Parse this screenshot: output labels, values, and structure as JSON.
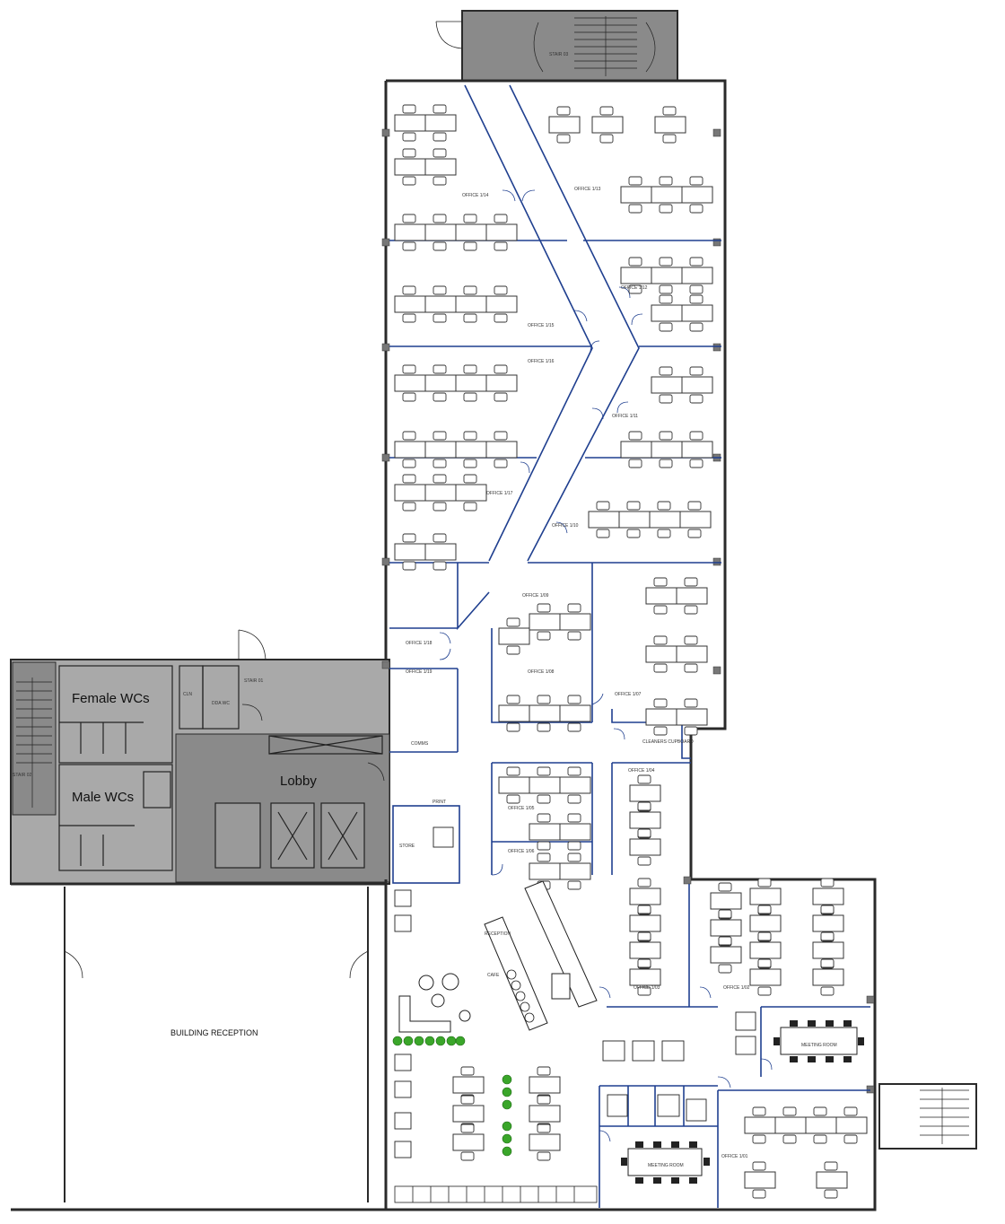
{
  "colors": {
    "wall": "#2a2a2a",
    "partition": "#1f3f8f",
    "core_fill": "#8a8a8a",
    "core_fill_light": "#a9a9a9",
    "plant": "#3aa62a",
    "background": "#ffffff",
    "furniture": "#3a3a3a"
  },
  "labels": {
    "female_wcs": "Female WCs",
    "male_wcs": "Male WCs",
    "lobby": "Lobby",
    "building_reception": "BUILDING RECEPTION",
    "stair_01": "STAIR 01",
    "stair_02": "STAIR 02",
    "stair_03": "STAIR 03",
    "cleaners_cupboard": "CLEANERS CUPBOARD",
    "comms": "COMMS",
    "store": "STORE",
    "print": "PRINT",
    "reception": "RECEPTION",
    "cafe": "CAFE",
    "meeting_room_1": "MEETING ROOM",
    "meeting_room_2": "MEETING ROOM",
    "dda_wc": "DDA WC",
    "cleaners_small": "CLN"
  },
  "offices": [
    {
      "id": "o1",
      "label": "OFFICE 1/14"
    },
    {
      "id": "o2",
      "label": "OFFICE 1/13"
    },
    {
      "id": "o3",
      "label": "OFFICE 1/15"
    },
    {
      "id": "o4",
      "label": "OFFICE 1/12"
    },
    {
      "id": "o5",
      "label": "OFFICE 1/16"
    },
    {
      "id": "o6",
      "label": "OFFICE 1/11"
    },
    {
      "id": "o7",
      "label": "OFFICE 1/17"
    },
    {
      "id": "o8",
      "label": "OFFICE 1/10"
    },
    {
      "id": "o9",
      "label": "OFFICE 1/18"
    },
    {
      "id": "o10",
      "label": "OFFICE 1/09"
    },
    {
      "id": "o11",
      "label": "OFFICE 1/19"
    },
    {
      "id": "o12",
      "label": "OFFICE 1/08"
    },
    {
      "id": "o13",
      "label": "OFFICE 1/07"
    },
    {
      "id": "o14",
      "label": "OFFICE 1/04"
    },
    {
      "id": "o15",
      "label": "OFFICE 1/05"
    },
    {
      "id": "o16",
      "label": "OFFICE 1/06"
    },
    {
      "id": "o17",
      "label": "OFFICE 1/03"
    },
    {
      "id": "o18",
      "label": "OFFICE 1/02"
    },
    {
      "id": "o19",
      "label": "OFFICE 1/01"
    }
  ]
}
